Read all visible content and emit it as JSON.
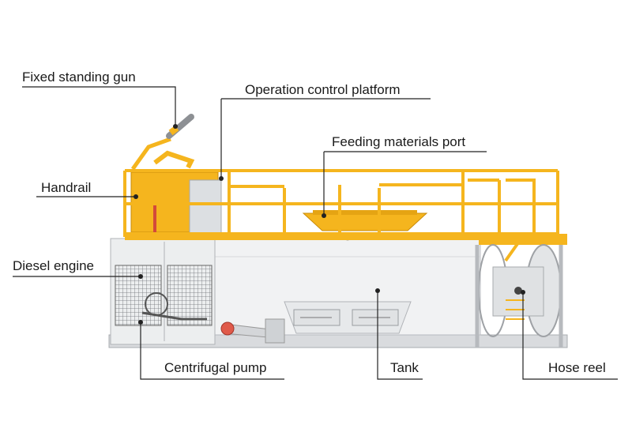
{
  "labels": {
    "fixed_standing_gun": "Fixed standing gun",
    "operation_control_platform": "Operation control platform",
    "feeding_materials_port": "Feeding materials port",
    "handrail": "Handrail",
    "diesel_engine": "Diesel engine",
    "centrifugal_pump": "Centrifugal pump",
    "tank": "Tank",
    "hose_reel": "Hose reel"
  },
  "colors": {
    "rail_yellow": "#f5b51e",
    "tank_white": "#f1f2f3",
    "frame_grey": "#c9ccd0",
    "leader_line": "#222222"
  }
}
